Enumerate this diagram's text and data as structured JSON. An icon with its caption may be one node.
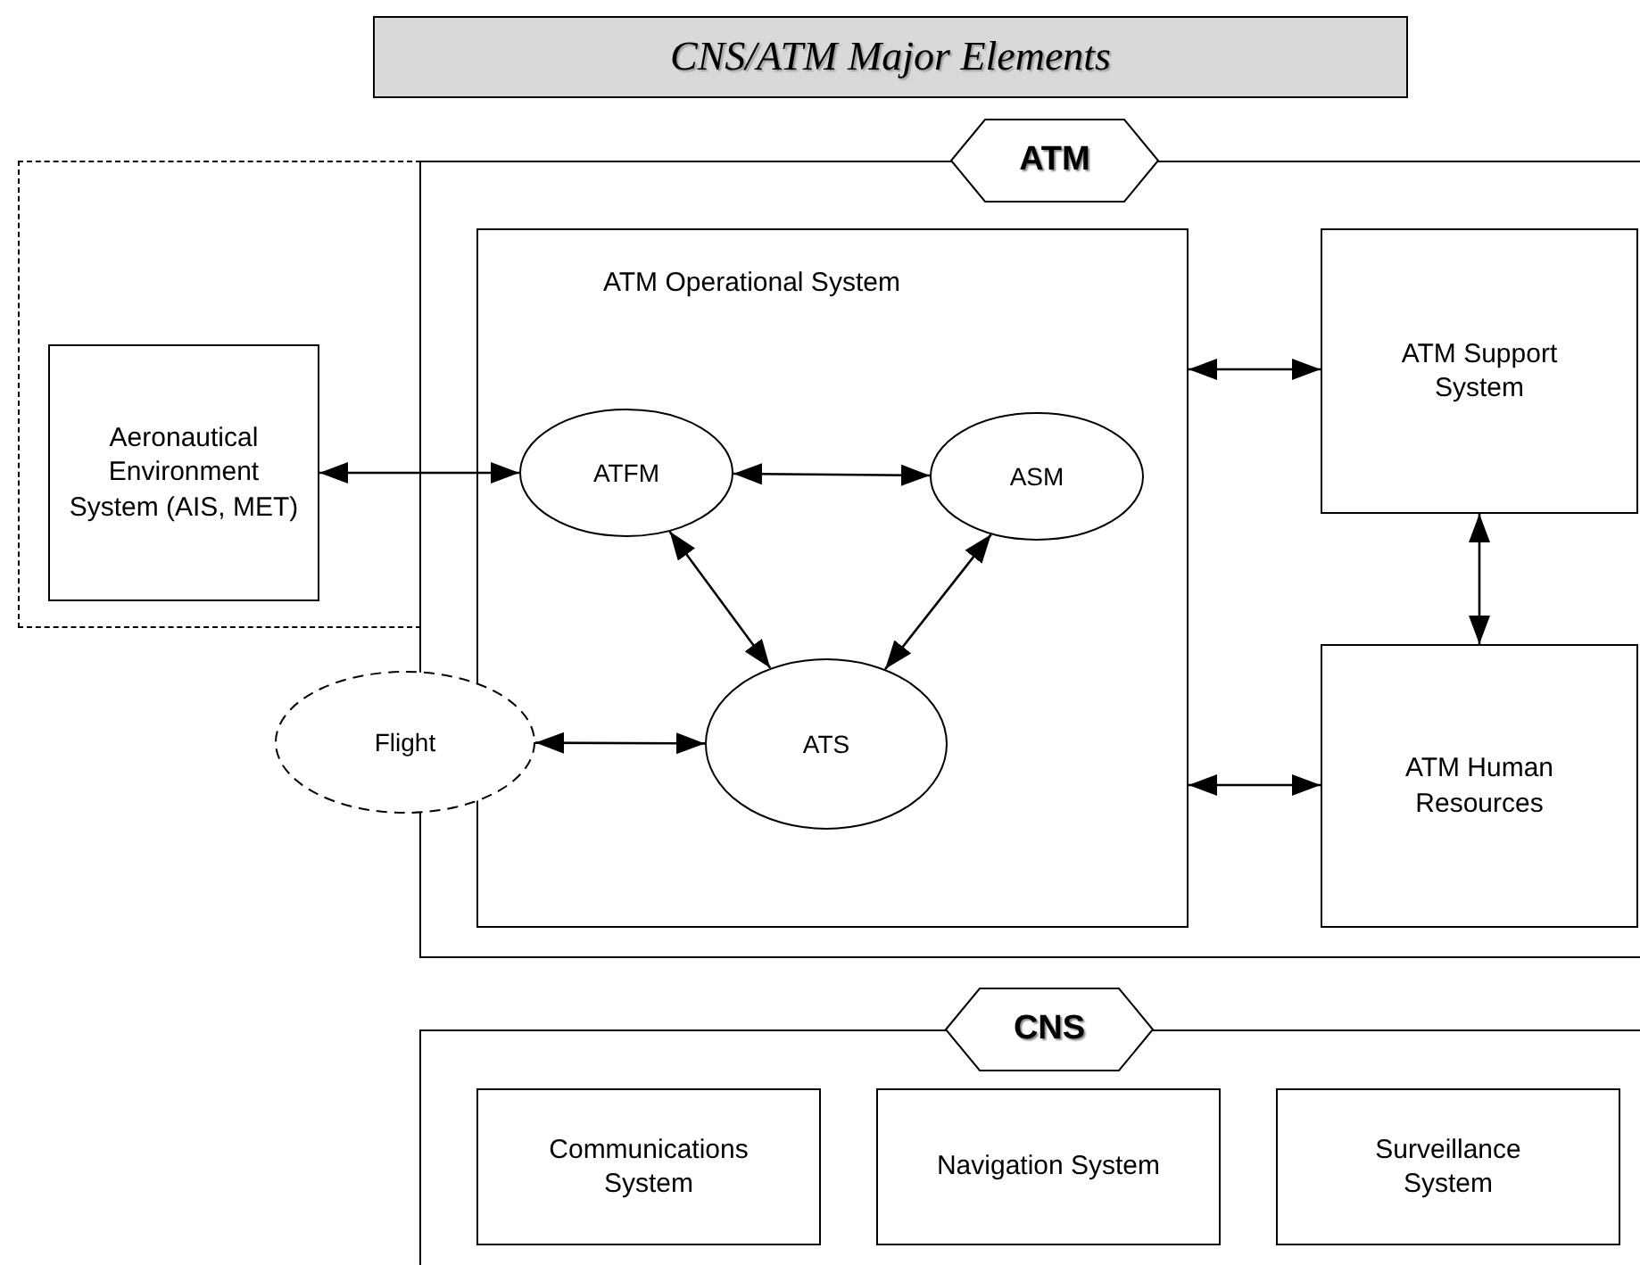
{
  "diagram": {
    "title": "CNS/ATM Major Elements",
    "nodes": [
      {
        "text": [
          "ATM"
        ]
      },
      {
        "text": [
          "ATM Operational System"
        ],
        "in": 0
      },
      {
        "text": [
          "ATFM"
        ],
        "in": 1
      },
      {
        "text": [
          "ASM"
        ],
        "in": 1
      },
      {
        "text": [
          "ATS"
        ],
        "in": 1
      },
      {
        "text": [
          "ATM Support System"
        ],
        "in": 0
      },
      {
        "text": [
          "ATM Human Resources"
        ],
        "in": 0
      },
      {
        "text": [],
        "shape": "box"
      },
      {
        "text": [
          "Aeronautical Environment System (AIS, MET)"
        ],
        "in": 7
      },
      {
        "text": [
          "Flight"
        ]
      },
      {
        "text": [
          "CNS"
        ]
      },
      {
        "text": [
          "Communications System"
        ],
        "in": 10
      },
      {
        "text": [
          "Navigation System"
        ],
        "in": 10
      },
      {
        "text": [
          "Surveillance System"
        ],
        "in": 10
      }
    ],
    "edges": [
      {
        "from": 8,
        "to": 2,
        "arrow": "both"
      },
      {
        "from": 2,
        "to": 3,
        "arrow": "both"
      },
      {
        "from": 2,
        "to": 4,
        "arrow": "both"
      },
      {
        "from": 3,
        "to": 4,
        "arrow": "both"
      },
      {
        "from": 9,
        "to": 4,
        "arrow": "both"
      },
      {
        "from": 1,
        "to": 5,
        "arrow": "both"
      },
      {
        "from": 1,
        "to": 6,
        "arrow": "both"
      },
      {
        "from": 5,
        "to": 6,
        "arrow": "both"
      }
    ]
  }
}
